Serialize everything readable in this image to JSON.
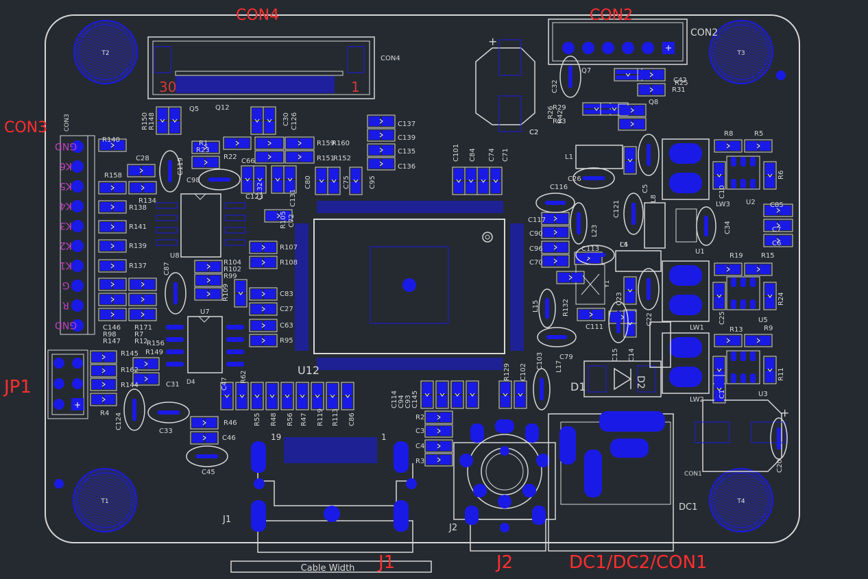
{
  "annotations": {
    "con4": "CON4",
    "con2": "CON2",
    "con3": "CON3",
    "jp1": "JP1",
    "j1": "J1",
    "j2": "J2",
    "dc": "DC1/DC2/CON1"
  },
  "silkscreen": {
    "con4_ref": "CON4",
    "con4_pin30": "30",
    "con4_pin1": "1",
    "con2_ref": "CON2",
    "con3_ref": "CON3",
    "con3_pins": [
      "GND",
      "K6",
      "K5",
      "K4",
      "K3",
      "K2",
      "K1",
      "G",
      "R",
      "GND"
    ],
    "mount_holes": [
      "T1",
      "T2",
      "T3",
      "T4"
    ],
    "u12": "U12",
    "u8": "U8",
    "u7": "U7",
    "u1": "U1",
    "u2": "U2",
    "u3": "U3",
    "u5": "U5",
    "d1": "D1",
    "d2": "D2",
    "d4": "D4",
    "y1": "Y1",
    "lw1": "LW1",
    "lw2": "LW2",
    "lw3": "LW3",
    "j1": "J1",
    "j1_pin19": "19",
    "j1_pin1": "1",
    "j2": "J2",
    "dc1": "DC1",
    "con1": "CON1",
    "cable_width": "Cable Width",
    "left_labels": [
      "R140",
      "R158",
      "R134",
      "R138",
      "R141",
      "R139",
      "R137",
      "C146",
      "R98",
      "R147",
      "R171",
      "R7",
      "R12",
      "R156",
      "R149",
      "R145",
      "R162",
      "R144",
      "R4",
      "C124",
      "C33",
      "C31",
      "C28",
      "C119",
      "C98"
    ],
    "top_labels": [
      "R150",
      "R148",
      "Q5",
      "Q12",
      "C30",
      "C126",
      "R1",
      "R23",
      "R22",
      "C66",
      "C123",
      "C132",
      "C131",
      "R105",
      "C72",
      "R159",
      "R160",
      "R151",
      "R152",
      "C80",
      "C75",
      "C95",
      "C137",
      "C139",
      "C135",
      "C136",
      "C101",
      "C84",
      "C74",
      "C71"
    ],
    "mid_labels": [
      "R104",
      "R102",
      "R99",
      "R109",
      "C87",
      "R107",
      "R108",
      "C83",
      "C27",
      "C63",
      "R95",
      "C47",
      "R62",
      "R55",
      "R48",
      "R56",
      "R47",
      "R119",
      "R113",
      "C86",
      "R46",
      "C46",
      "C45",
      "C114",
      "C94",
      "C93",
      "C145",
      "R2",
      "C3",
      "C4",
      "R3",
      "R129",
      "C102",
      "C103",
      "L17"
    ],
    "right_labels": [
      "C2",
      "Q7",
      "C32",
      "R26",
      "R42",
      "R29",
      "R33",
      "Q8",
      "R25",
      "R31",
      "C42",
      "L1",
      "C26",
      "C116",
      "C117",
      "C90",
      "C96",
      "C70",
      "C113",
      "L23",
      "C121",
      "L8",
      "C5",
      "L4",
      "C23",
      "C22",
      "L15",
      "R132",
      "C111",
      "C79",
      "C15",
      "C14",
      "R8",
      "R5",
      "R6",
      "C10",
      "C85",
      "C7",
      "C6",
      "C34",
      "R19",
      "R15",
      "R24",
      "C25",
      "R13",
      "R9",
      "R11",
      "C1",
      "C20"
    ]
  },
  "colors": {
    "background": "#252a30",
    "outline": "#d8d8d8",
    "copper": "#1a1ae6",
    "annotation": "#ff2e2e",
    "pin_text": "#c040c0"
  }
}
